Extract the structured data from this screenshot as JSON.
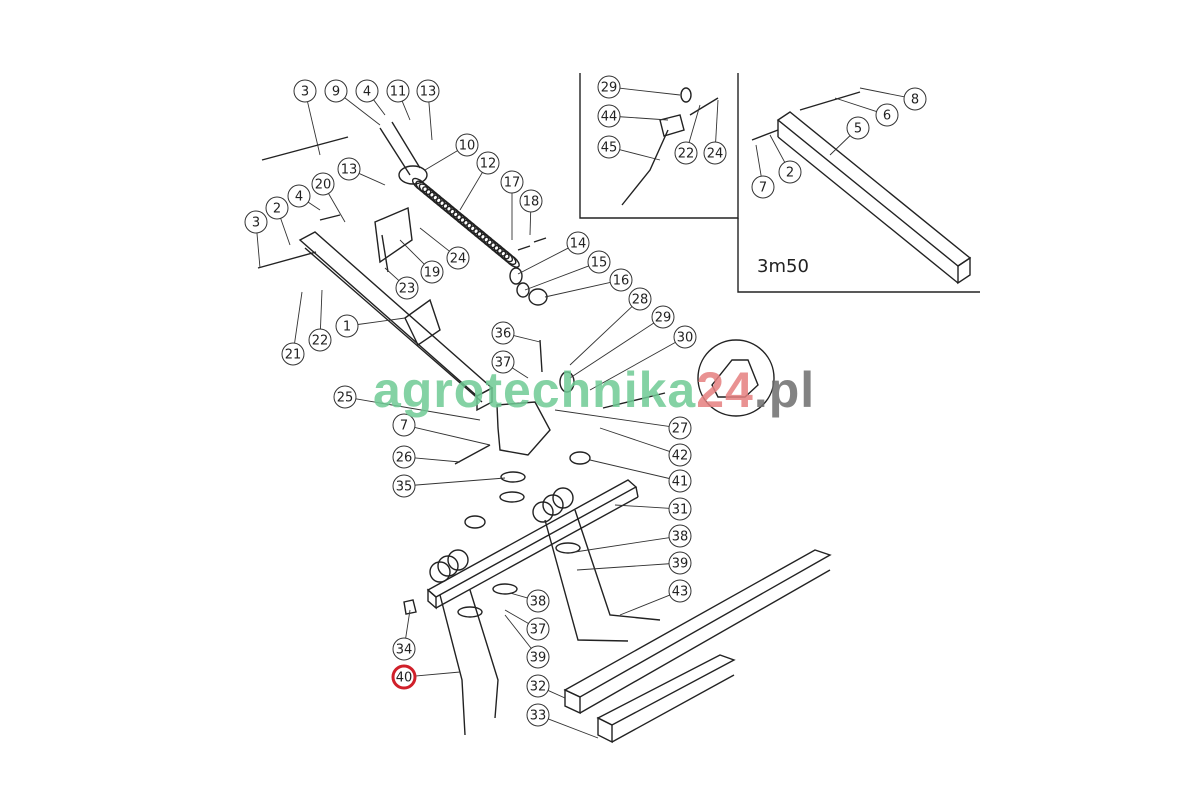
{
  "watermark": {
    "part1": "agrotechnika",
    "part2": "24",
    "part3": ".pl",
    "colors": {
      "part1": "#6fcb95",
      "part2": "#e68080",
      "part3": "#6e6e6e"
    }
  },
  "inset_label": "3m50",
  "highlight_color": "#d0202a",
  "callouts": [
    {
      "n": "3"
    },
    {
      "n": "9"
    },
    {
      "n": "4"
    },
    {
      "n": "11"
    },
    {
      "n": "13"
    },
    {
      "n": "10"
    },
    {
      "n": "12"
    },
    {
      "n": "13"
    },
    {
      "n": "20"
    },
    {
      "n": "4"
    },
    {
      "n": "2"
    },
    {
      "n": "3"
    },
    {
      "n": "17"
    },
    {
      "n": "18"
    },
    {
      "n": "24"
    },
    {
      "n": "19"
    },
    {
      "n": "23"
    },
    {
      "n": "14"
    },
    {
      "n": "15"
    },
    {
      "n": "16"
    },
    {
      "n": "1"
    },
    {
      "n": "22"
    },
    {
      "n": "21"
    },
    {
      "n": "28"
    },
    {
      "n": "29"
    },
    {
      "n": "30"
    },
    {
      "n": "36"
    },
    {
      "n": "37"
    },
    {
      "n": "25"
    },
    {
      "n": "7"
    },
    {
      "n": "26"
    },
    {
      "n": "35"
    },
    {
      "n": "27"
    },
    {
      "n": "42"
    },
    {
      "n": "41"
    },
    {
      "n": "31"
    },
    {
      "n": "38"
    },
    {
      "n": "39"
    },
    {
      "n": "43"
    },
    {
      "n": "38"
    },
    {
      "n": "37"
    },
    {
      "n": "39"
    },
    {
      "n": "34"
    },
    {
      "n": "40",
      "highlighted": true
    },
    {
      "n": "32"
    },
    {
      "n": "33"
    },
    {
      "n": "29"
    },
    {
      "n": "44"
    },
    {
      "n": "45"
    },
    {
      "n": "22"
    },
    {
      "n": "24"
    },
    {
      "n": "8"
    },
    {
      "n": "6"
    },
    {
      "n": "5"
    },
    {
      "n": "7"
    },
    {
      "n": "2"
    }
  ]
}
